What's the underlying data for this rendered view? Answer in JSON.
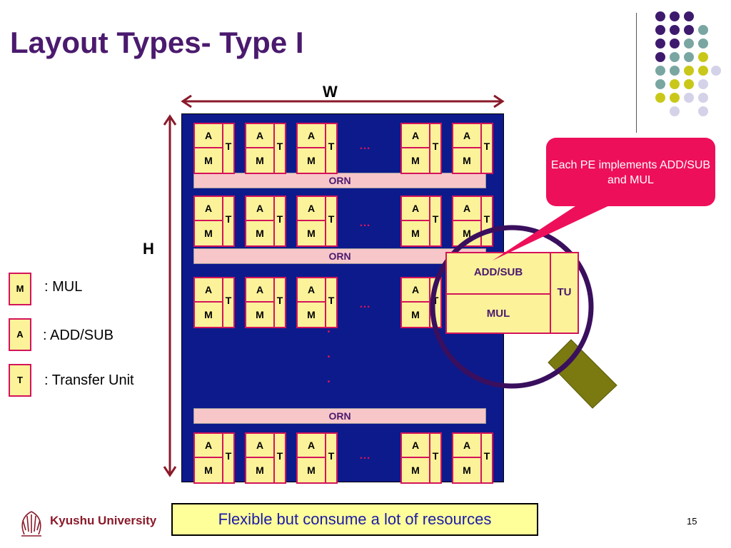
{
  "slide": {
    "title": "Layout Types- Type I",
    "page_number": "15",
    "footer_text": "Kyushu University",
    "banner": "Flexible but consume a lot of resources"
  },
  "diagram": {
    "width_label": "W",
    "height_label": "H",
    "pe": {
      "a": "A",
      "m": "M",
      "t": "T"
    },
    "orn_label": "ORN",
    "ellipsis": "…",
    "vdots": ".",
    "legend": [
      {
        "box": "M",
        "text": ": MUL"
      },
      {
        "box": "A",
        "text": ": ADD/SUB"
      },
      {
        "box": "T",
        "text": ": Transfer Unit"
      }
    ],
    "callout": "Each PE implements ADD/SUB and MUL",
    "zoom": {
      "addsub": "ADD/SUB",
      "mul": "MUL",
      "tu": "TU"
    }
  },
  "colors": {
    "title": "#4b1a6e",
    "board": "#0d1a8c",
    "cell_fill": "#fbf29a",
    "cell_border": "#d4145a",
    "orn_fill": "#f7c6c9",
    "callout": "#ee0f5a",
    "arrow": "#8a1a2a",
    "magnifier_ring": "#3a0f5e",
    "magnifier_handle": "#7a7a10"
  }
}
